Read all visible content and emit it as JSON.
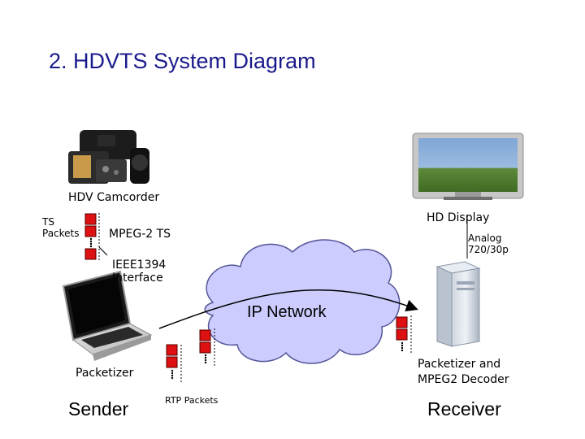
{
  "title": "2. HDVTS System Diagram",
  "labels": {
    "camcorder": "HDV Camcorder",
    "ts_packets_line1": "TS",
    "ts_packets_line2": "Packets",
    "mpeg2_ts": "MPEG-2 TS",
    "ieee_line1": "IEEE1394",
    "ieee_line2": "Interface",
    "hd_display": "HD Display",
    "analog_line1": "Analog",
    "analog_line2": "720/30p",
    "ip_network": "IP Network",
    "packetizer": "Packetizer",
    "rtp_packets": "RTP Packets",
    "sender": "Sender",
    "receiver_desc_line1": "Packetizer and",
    "receiver_desc_line2": "MPEG2 Decoder",
    "receiver": "Receiver"
  },
  "colors": {
    "title": "#1a1a8c",
    "packet_red": "#dd1111",
    "cloud_fill": "#ccccff",
    "cloud_stroke": "#555599"
  },
  "icons": [
    "camcorder-icon",
    "tv-display-icon",
    "laptop-icon",
    "pc-tower-icon",
    "cloud-icon",
    "packet-stack-icon"
  ]
}
